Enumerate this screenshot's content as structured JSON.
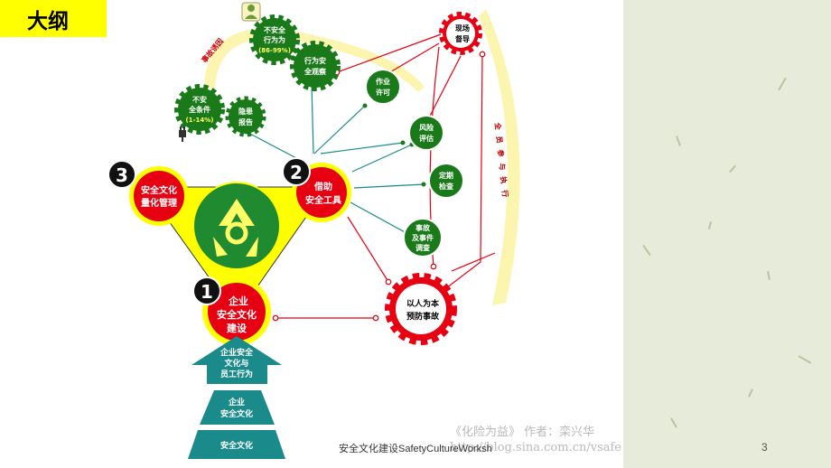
{
  "slide": {
    "title": "大纲",
    "footer": "安全文化建设SafetyCultureWorksh",
    "page_number": "3",
    "watermark_line1": "《化险为益》 作者：栾兴华",
    "watermark_line2": "http://blog.sina.com.cn/vsafe"
  },
  "diagram": {
    "corner_nodes": {
      "one": {
        "number": "1",
        "label": [
          "企业",
          "安全文化",
          "建设"
        ]
      },
      "two": {
        "number": "2",
        "label": [
          "借助",
          "安全工具"
        ]
      },
      "three": {
        "number": "3",
        "label": [
          "安全文化",
          "量化管理"
        ]
      }
    },
    "tools": [
      {
        "id": "permit",
        "label": [
          "作业",
          "许可"
        ]
      },
      {
        "id": "risk",
        "label": [
          "风险",
          "评估"
        ]
      },
      {
        "id": "inspection",
        "label": [
          "定期",
          "检查"
        ]
      },
      {
        "id": "accident",
        "label": [
          "事故",
          "及事件",
          "调查"
        ]
      }
    ],
    "observation": {
      "unsafe_behavior": [
        "不安全",
        "行为为",
        "(86-99%)"
      ],
      "unsafe_condition": [
        "不安",
        "全条件",
        "(1-14%)"
      ],
      "behavior_observation": [
        "行为安",
        "全观察"
      ],
      "hazard_report": [
        "隐患",
        "报告"
      ],
      "arc_label": "事故诱因"
    },
    "supervision": [
      "现场",
      "督导"
    ],
    "people_oriented": [
      "以人为本",
      "预防事故"
    ],
    "participation_label": "全员参与执行",
    "pyramid": [
      [
        "企业安全",
        "文化与",
        "员工行为"
      ],
      [
        "企业",
        "安全文化"
      ],
      [
        "安全文化"
      ]
    ],
    "colors": {
      "red": "#e60012",
      "yellow": "#ffff00",
      "green": "#1a7a1a",
      "teal": "#1a8a8a",
      "pale_yellow": "#fbf5b0"
    }
  }
}
